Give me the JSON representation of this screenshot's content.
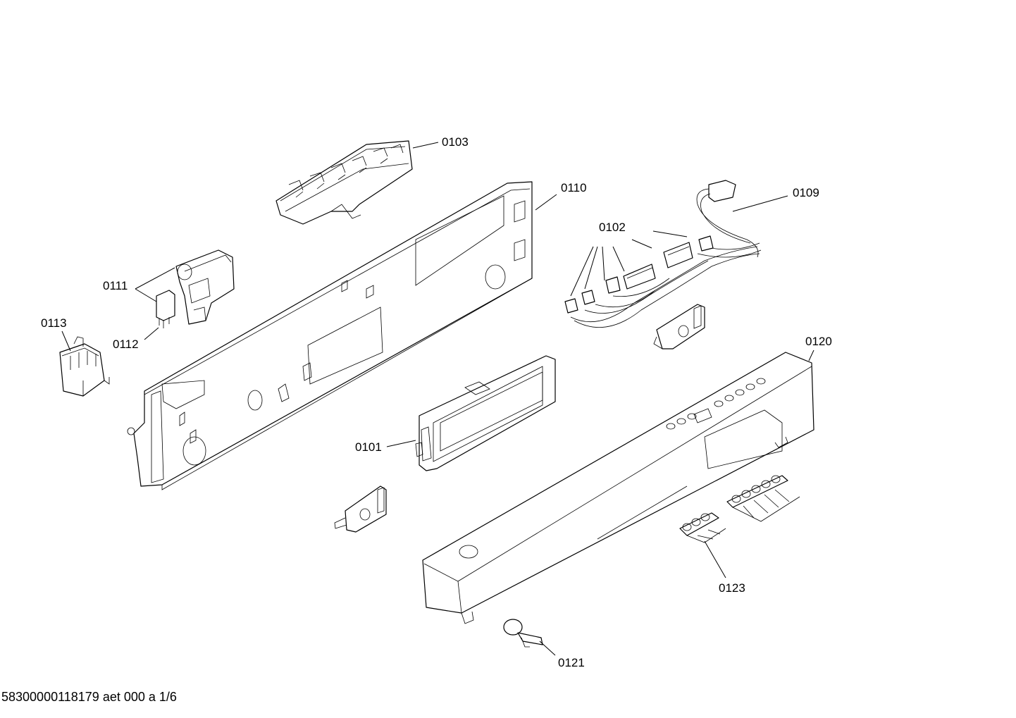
{
  "diagram": {
    "callouts": [
      {
        "id": "0103",
        "label": "0103"
      },
      {
        "id": "0110",
        "label": "0110"
      },
      {
        "id": "0109",
        "label": "0109"
      },
      {
        "id": "0102",
        "label": "0102"
      },
      {
        "id": "0111",
        "label": "0111"
      },
      {
        "id": "0113",
        "label": "0113"
      },
      {
        "id": "0112",
        "label": "0112"
      },
      {
        "id": "0120",
        "label": "0120"
      },
      {
        "id": "0101",
        "label": "0101"
      },
      {
        "id": "0123",
        "label": "0123"
      },
      {
        "id": "0121",
        "label": "0121"
      }
    ]
  },
  "footer": {
    "text": "58300000118179 aet 000 a 1/6"
  }
}
